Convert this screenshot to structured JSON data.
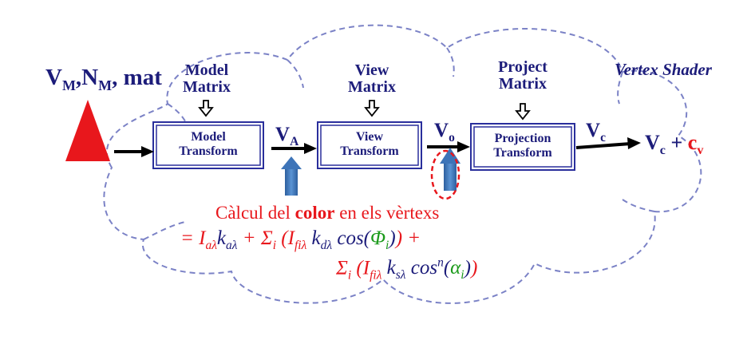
{
  "inputs": {
    "vm": "V",
    "vm_sub": "M",
    "nm": "N",
    "nm_sub": "M",
    "mat": ", mat"
  },
  "shader_label": "Vertex Shader",
  "stages": [
    {
      "matrix_line1": "Model",
      "matrix_line2": "Matrix",
      "box_line1": "Model",
      "box_line2": "Transform",
      "out_var": "V",
      "out_sub": "A"
    },
    {
      "matrix_line1": "View",
      "matrix_line2": "Matrix",
      "box_line1": "View",
      "box_line2": "Transform",
      "out_var": "V",
      "out_sub": "o"
    },
    {
      "matrix_line1": "Project",
      "matrix_line2": "Matrix",
      "box_line1": "Projection",
      "box_line2": "Transform",
      "out_var": "V",
      "out_sub": "c"
    }
  ],
  "output": {
    "v": "V",
    "v_sub": "c",
    "plus": " + ",
    "c": "c",
    "c_sub": "v"
  },
  "color_calc": {
    "prefix": "Càlcul del ",
    "bold": "color",
    "suffix": " en els vèrtexs"
  },
  "colors": {
    "navy": "#1c1c7a",
    "red": "#e8171c",
    "green": "#1a9a1a",
    "cloud": "#7b82c6",
    "box": "#2a2f9c",
    "arrow_blue": "#3d74b8"
  }
}
